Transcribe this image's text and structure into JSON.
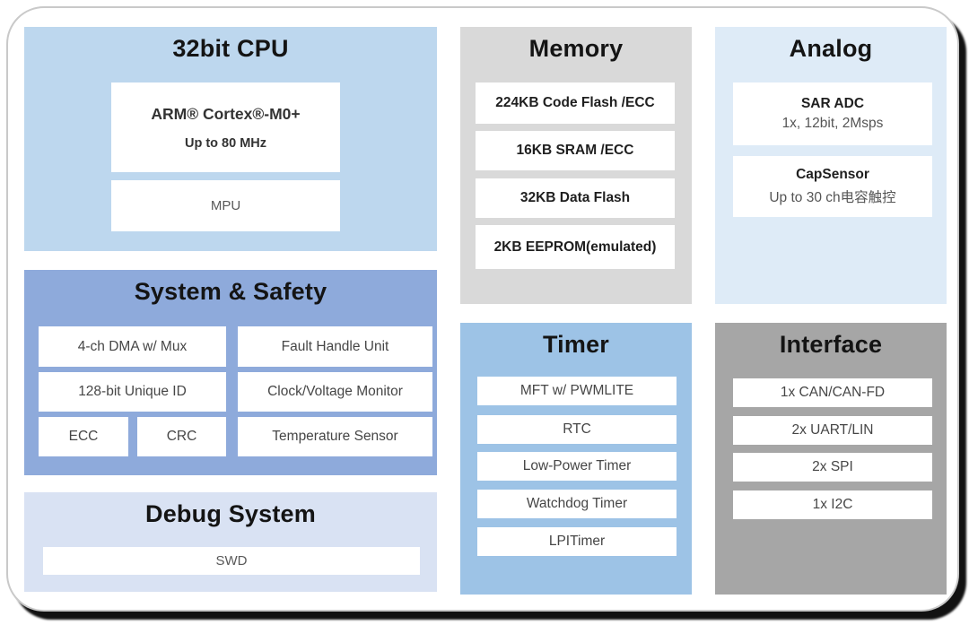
{
  "cpu": {
    "title": "32bit CPU",
    "bg": "#BDD7EE",
    "core_line1": "ARM® Cortex®-M0+",
    "core_line2": "Up to 80 MHz",
    "mpu": "MPU"
  },
  "system": {
    "title": "System & Safety",
    "bg": "#8EAADB",
    "dma": "4-ch DMA w/ Mux",
    "fault": "Fault Handle Unit",
    "unique_id": "128-bit Unique ID",
    "clock_monitor": "Clock/Voltage Monitor",
    "ecc": "ECC",
    "crc": "CRC",
    "temp_sensor": "Temperature Sensor"
  },
  "debug": {
    "title": "Debug System",
    "bg": "#D9E2F3",
    "swd": "SWD"
  },
  "memory": {
    "title": "Memory",
    "bg": "#D9D9D9",
    "items": [
      "224KB Code Flash /ECC",
      "16KB SRAM /ECC",
      "32KB Data Flash",
      "2KB EEPROM(emulated)"
    ]
  },
  "timer": {
    "title": "Timer",
    "bg": "#9DC3E6",
    "items": [
      "MFT w/ PWMLITE",
      "RTC",
      "Low-Power Timer",
      "Watchdog Timer",
      "LPITimer"
    ]
  },
  "analog": {
    "title": "Analog",
    "bg": "#DEEBF7",
    "sar_adc": {
      "name": "SAR ADC",
      "spec": "1x, 12bit, 2Msps"
    },
    "capsensor": {
      "name": "CapSensor",
      "spec": "Up to 30 ch电容触控"
    }
  },
  "interface": {
    "title": "Interface",
    "bg": "#A6A6A6",
    "items": [
      "1x CAN/CAN-FD",
      "2x UART/LIN",
      "2x SPI",
      "1x I2C"
    ]
  }
}
